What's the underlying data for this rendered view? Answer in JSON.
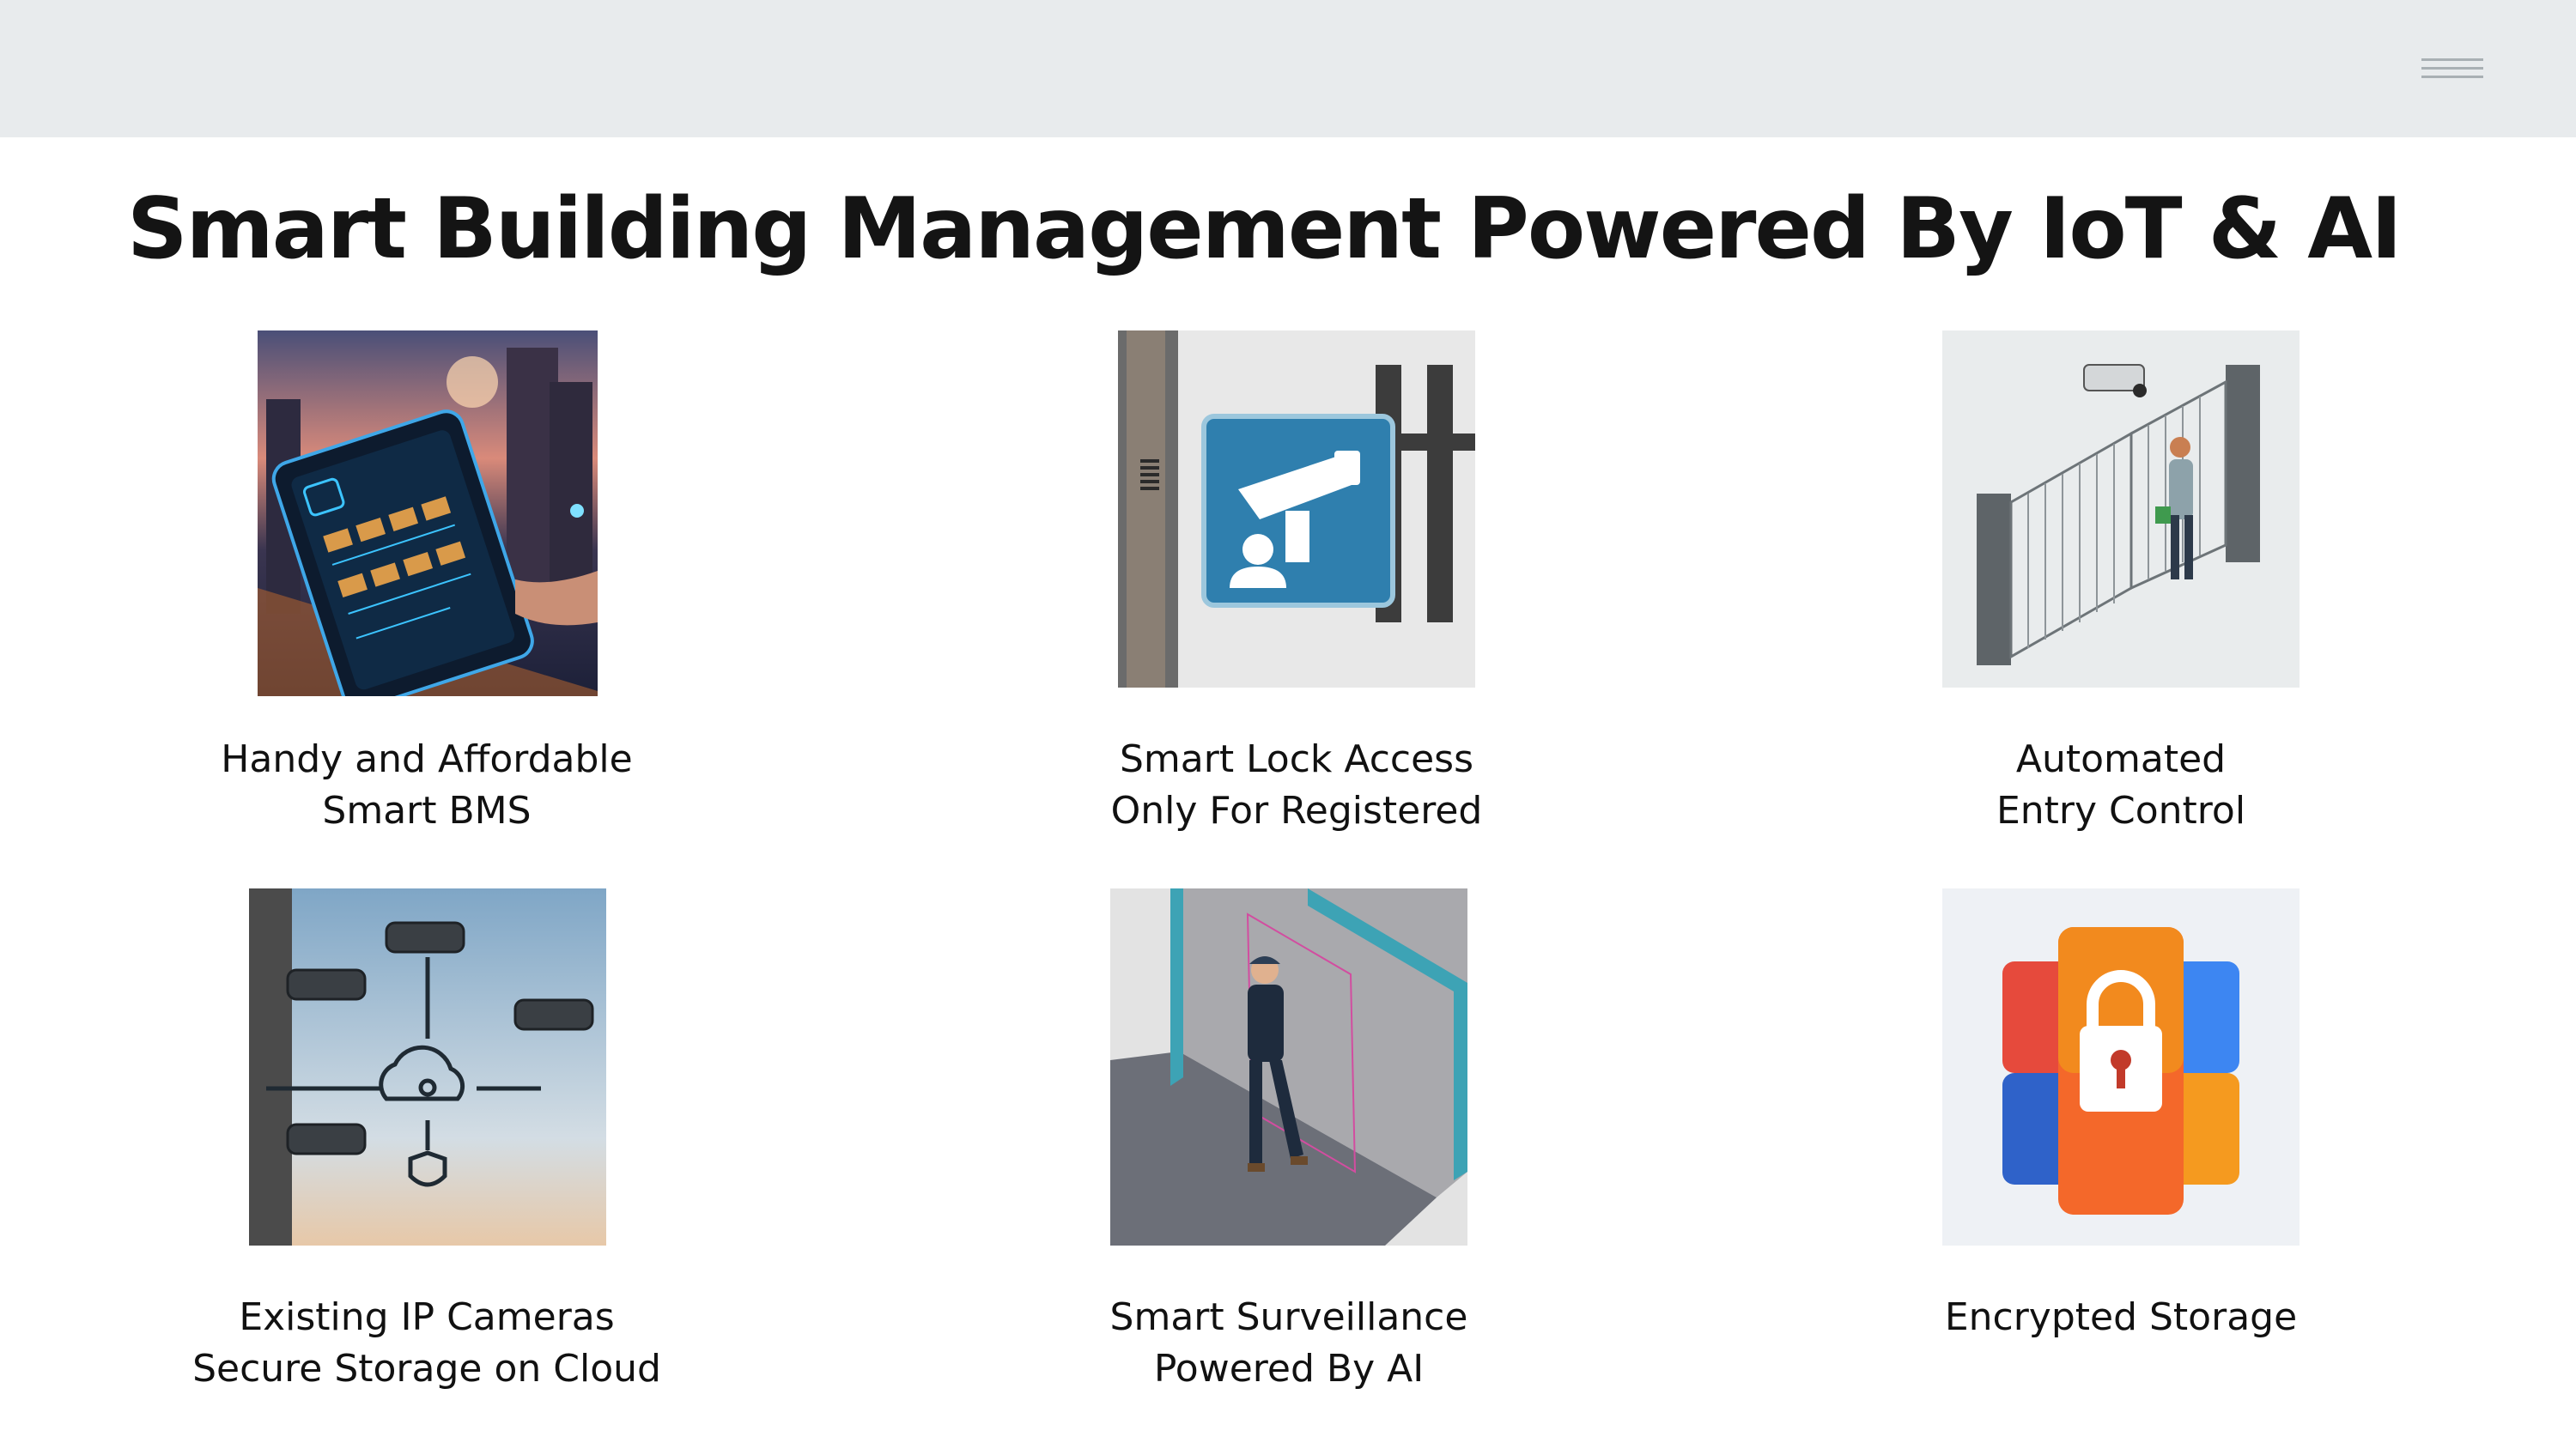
{
  "header": {
    "menu_icon": "hamburger-menu-icon"
  },
  "title": "Smart Building Management Powered By IoT & AI",
  "cards": [
    {
      "icon": "tablet-city-image",
      "line1": "Handy and Affordable",
      "line2": "Smart BMS"
    },
    {
      "icon": "cctv-sign-image",
      "line1": "Smart Lock Access",
      "line2": "Only For Registered"
    },
    {
      "icon": "automated-gate-image",
      "line1": "Automated",
      "line2": "Entry Control"
    },
    {
      "icon": "ip-cameras-cloud-image",
      "line1": "Existing IP Cameras",
      "line2": "Secure Storage on Cloud"
    },
    {
      "icon": "ai-surveillance-image",
      "line1": "Smart Surveillance",
      "line2": "Powered By AI"
    },
    {
      "icon": "encrypted-lock-image",
      "line1": "Encrypted Storage",
      "line2": ""
    }
  ]
}
